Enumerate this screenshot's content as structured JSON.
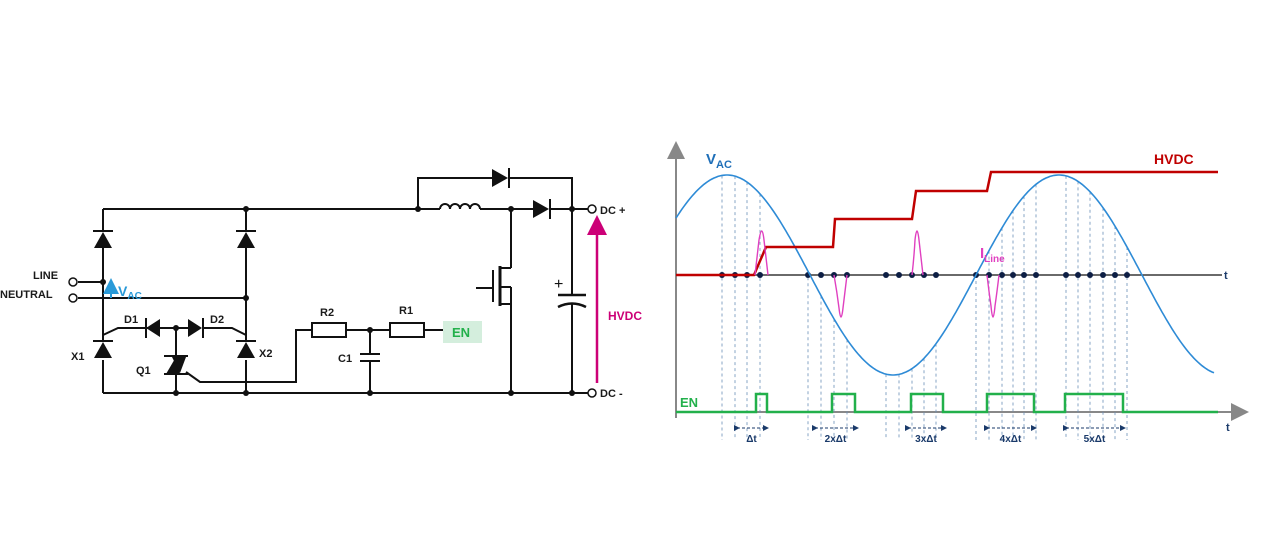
{
  "schematic": {
    "line_label": "LINE",
    "neutral_label": "NEUTRAL",
    "vac_label": "V",
    "vac_sub": "AC",
    "d1_label": "D1",
    "d2_label": "D2",
    "x1_label": "X1",
    "x2_label": "X2",
    "q1_label": "Q1",
    "r1_label": "R1",
    "r2_label": "R2",
    "c1_label": "C1",
    "en_label": "EN",
    "dcplus_label": "DC +",
    "dcminus_label": "DC -",
    "hvdc_label": "HVDC",
    "cap_plus": "+"
  },
  "waveform": {
    "vac_label": "V",
    "vac_sub": "AC",
    "hvdc_label": "HVDC",
    "iline_label": "I",
    "iline_sub": "Line",
    "en_label": "EN",
    "t_label_top": "t",
    "t_label_bottom": "t",
    "dt_labels": [
      "Δt",
      "2xΔt",
      "3xΔt",
      "4xΔt",
      "5xΔt"
    ]
  },
  "colors": {
    "vac_blue": "#2e8bd6",
    "vac_label_blue": "#1f6fb8",
    "hvdc_red": "#c00000",
    "hvdc_magenta": "#cc0077",
    "iline_magenta": "#e040c0",
    "en_green": "#22b04b",
    "en_box": "#d4eedd",
    "ac_arrow": "#2a9ad8"
  }
}
